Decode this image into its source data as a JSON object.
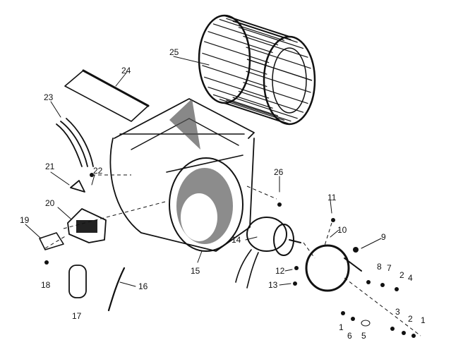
{
  "labels": {
    "l1": "1",
    "l1b": "1",
    "l2": "2",
    "l2b": "2",
    "l3": "3",
    "l4": "4",
    "l5": "5",
    "l6": "6",
    "l7": "7",
    "l8": "8",
    "l9": "9",
    "l10": "10",
    "l11": "11",
    "l12": "12",
    "l13": "13",
    "l14": "14",
    "l15": "15",
    "l16": "16",
    "l17": "17",
    "l18": "18",
    "l19": "19",
    "l20": "20",
    "l21": "21",
    "l22": "22",
    "l23": "23",
    "l24": "24",
    "l25": "25",
    "l26": "26"
  }
}
